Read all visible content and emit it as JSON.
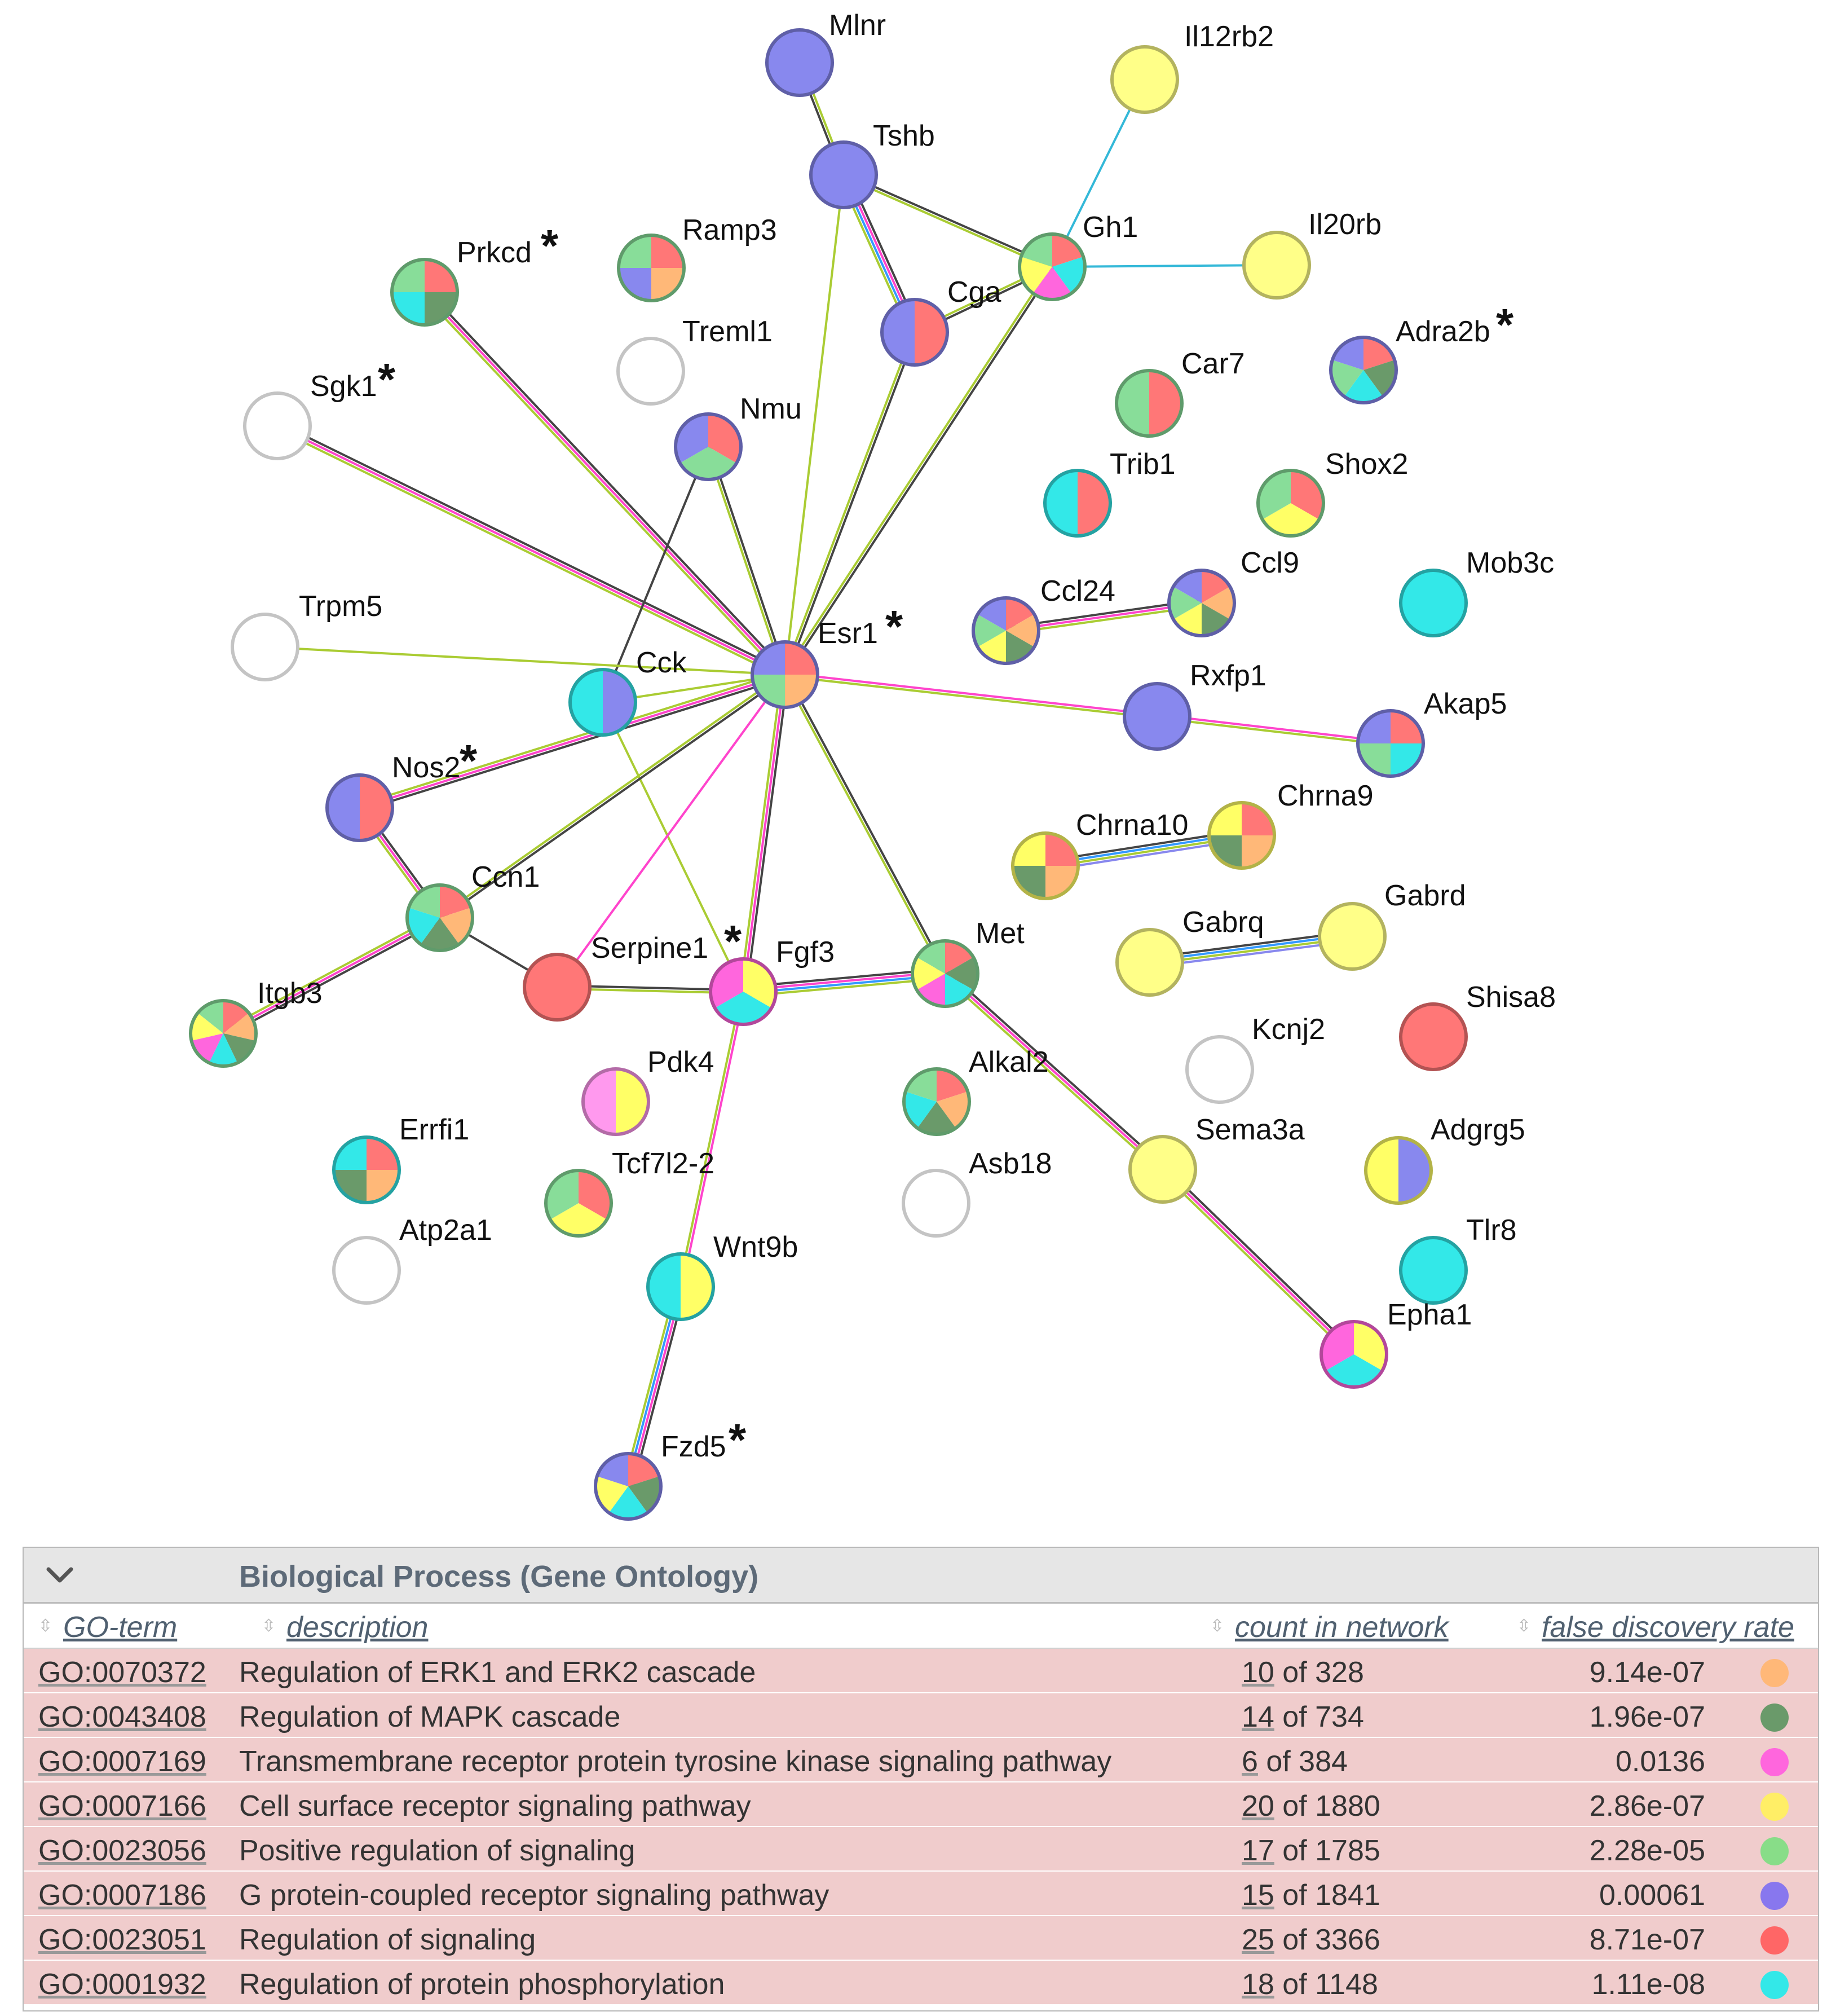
{
  "network": {
    "nodes": [
      {
        "id": "Mlnr",
        "colors": [
          "#8888ee"
        ]
      },
      {
        "id": "Il12rb2",
        "colors": [
          "#ffff88"
        ]
      },
      {
        "id": "Tshb",
        "colors": [
          "#8888ee"
        ]
      },
      {
        "id": "Ramp3",
        "colors": [
          "#ff7777",
          "#ffb878",
          "#8888ee",
          "#88dd99"
        ]
      },
      {
        "id": "Gh1",
        "colors": [
          "#ff7777",
          "#33e8e8",
          "#ff66dd",
          "#ffff66",
          "#88dd99"
        ]
      },
      {
        "id": "Il20rb",
        "colors": [
          "#ffff88"
        ]
      },
      {
        "id": "Prkcd",
        "colors": [
          "#ff7777",
          "#6a9a6a",
          "#33e8e8",
          "#88dd99"
        ],
        "star": true
      },
      {
        "id": "Cga",
        "colors": [
          "#ff7777",
          "#8888ee"
        ]
      },
      {
        "id": "Treml1",
        "colors": []
      },
      {
        "id": "Adra2b",
        "colors": [
          "#ff7777",
          "#6a9a6a",
          "#33e8e8",
          "#88dd99",
          "#8888ee"
        ],
        "star": true
      },
      {
        "id": "Car7",
        "colors": [
          "#ff7777",
          "#88dd99"
        ]
      },
      {
        "id": "Sgk1",
        "colors": [],
        "star": true
      },
      {
        "id": "Nmu",
        "colors": [
          "#ff7777",
          "#88dd99",
          "#8888ee"
        ]
      },
      {
        "id": "Trib1",
        "colors": [
          "#ff7777",
          "#33e8e8"
        ]
      },
      {
        "id": "Shox2",
        "colors": [
          "#ff7777",
          "#ffff66",
          "#88dd99"
        ]
      },
      {
        "id": "Ccl9",
        "colors": [
          "#ff7777",
          "#ffb878",
          "#6a9a6a",
          "#ffff66",
          "#88dd99",
          "#8888ee"
        ]
      },
      {
        "id": "Mob3c",
        "colors": [
          "#33e8e8"
        ]
      },
      {
        "id": "Ccl24",
        "colors": [
          "#ff7777",
          "#ffb878",
          "#6a9a6a",
          "#ffff66",
          "#88dd99",
          "#8888ee"
        ]
      },
      {
        "id": "Trpm5",
        "colors": []
      },
      {
        "id": "Esr1",
        "colors": [
          "#ff7777",
          "#ffb878",
          "#88dd99",
          "#8888ee"
        ],
        "star": true
      },
      {
        "id": "Cck",
        "colors": [
          "#8888ee",
          "#33e8e8"
        ]
      },
      {
        "id": "Rxfp1",
        "colors": [
          "#8888ee"
        ]
      },
      {
        "id": "Akap5",
        "colors": [
          "#ff7777",
          "#33e8e8",
          "#88dd99",
          "#8888ee"
        ]
      },
      {
        "id": "Nos2",
        "colors": [
          "#ff7777",
          "#8888ee"
        ],
        "star": true
      },
      {
        "id": "Chrna9",
        "colors": [
          "#ff7777",
          "#ffb878",
          "#6a9a6a",
          "#ffff66"
        ]
      },
      {
        "id": "Chrna10",
        "colors": [
          "#ff7777",
          "#ffb878",
          "#6a9a6a",
          "#ffff66"
        ]
      },
      {
        "id": "Ccn1",
        "colors": [
          "#ff7777",
          "#ffb878",
          "#6a9a6a",
          "#33e8e8",
          "#88dd99"
        ]
      },
      {
        "id": "Gabrd",
        "colors": [
          "#ffff88"
        ]
      },
      {
        "id": "Gabrq",
        "colors": [
          "#ffff88"
        ]
      },
      {
        "id": "Serpine1",
        "colors": [
          "#ff7777"
        ],
        "star": true
      },
      {
        "id": "Fgf3",
        "colors": [
          "#ffff66",
          "#33e8e8",
          "#ff66dd"
        ]
      },
      {
        "id": "Met",
        "colors": [
          "#ff7777",
          "#6a9a6a",
          "#33e8e8",
          "#ff66dd",
          "#ffff66",
          "#88dd99"
        ]
      },
      {
        "id": "Itgb3",
        "colors": [
          "#ff7777",
          "#ffb878",
          "#6a9a6a",
          "#33e8e8",
          "#ff66dd",
          "#ffff66",
          "#88dd99"
        ]
      },
      {
        "id": "Shisa8",
        "colors": [
          "#ff7777"
        ]
      },
      {
        "id": "Kcnj2",
        "colors": []
      },
      {
        "id": "Pdk4",
        "colors": [
          "#ffff66",
          "#ff99ee"
        ]
      },
      {
        "id": "Alkal2",
        "colors": [
          "#ff7777",
          "#ffb878",
          "#6a9a6a",
          "#33e8e8",
          "#88dd99"
        ]
      },
      {
        "id": "Errfi1",
        "colors": [
          "#ff7777",
          "#ffb878",
          "#6a9a6a",
          "#33e8e8"
        ]
      },
      {
        "id": "Sema3a",
        "colors": [
          "#ffff88"
        ]
      },
      {
        "id": "Adgrg5",
        "colors": [
          "#8888ee",
          "#ffff66"
        ]
      },
      {
        "id": "Tcf7l2-2",
        "colors": [
          "#ff7777",
          "#ffff66",
          "#88dd99"
        ]
      },
      {
        "id": "Asb18",
        "colors": []
      },
      {
        "id": "Atp2a1",
        "colors": []
      },
      {
        "id": "Wnt9b",
        "colors": [
          "#ffff66",
          "#33e8e8"
        ]
      },
      {
        "id": "Tlr8",
        "colors": [
          "#33e8e8"
        ]
      },
      {
        "id": "Epha1",
        "colors": [
          "#ffff66",
          "#33e8e8",
          "#ff66dd"
        ]
      },
      {
        "id": "Fzd5",
        "colors": [
          "#ff7777",
          "#6a9a6a",
          "#33e8e8",
          "#ffff66",
          "#8888ee"
        ],
        "star": true
      }
    ],
    "edges": [
      [
        "Mlnr",
        "Tshb",
        [
          "#aacc33",
          "#444444"
        ]
      ],
      [
        "Tshb",
        "Cga",
        [
          "#444444",
          "#ff44cc",
          "#3399ff",
          "#aacc33"
        ]
      ],
      [
        "Tshb",
        "Gh1",
        [
          "#444444",
          "#aacc33"
        ]
      ],
      [
        "Tshb",
        "Esr1",
        [
          "#aacc33"
        ]
      ],
      [
        "Gh1",
        "Il12rb2",
        [
          "#33b8d8"
        ]
      ],
      [
        "Gh1",
        "Il20rb",
        [
          "#33b8d8"
        ]
      ],
      [
        "Gh1",
        "Cga",
        [
          "#444444",
          "#aacc33"
        ]
      ],
      [
        "Gh1",
        "Esr1",
        [
          "#444444",
          "#aacc33"
        ]
      ],
      [
        "Cga",
        "Esr1",
        [
          "#444444",
          "#aacc33"
        ]
      ],
      [
        "Prkcd",
        "Esr1",
        [
          "#444444",
          "#ff44cc",
          "#aacc33"
        ]
      ],
      [
        "Sgk1",
        "Esr1",
        [
          "#444444",
          "#ff44cc",
          "#aacc33"
        ]
      ],
      [
        "Nmu",
        "Esr1",
        [
          "#444444",
          "#aacc33"
        ]
      ],
      [
        "Nmu",
        "Cck",
        [
          "#444444"
        ]
      ],
      [
        "Trpm5",
        "Esr1",
        [
          "#aacc33"
        ]
      ],
      [
        "Cck",
        "Esr1",
        [
          "#aacc33"
        ]
      ],
      [
        "Cck",
        "Fgf3",
        [
          "#aacc33"
        ]
      ],
      [
        "Ccl24",
        "Ccl9",
        [
          "#444444",
          "#ff44cc",
          "#aacc33"
        ]
      ],
      [
        "Esr1",
        "Rxfp1",
        [
          "#ff44cc",
          "#aacc33"
        ]
      ],
      [
        "Rxfp1",
        "Akap5",
        [
          "#ff44cc",
          "#aacc33"
        ]
      ],
      [
        "Esr1",
        "Nos2",
        [
          "#444444",
          "#ff44cc",
          "#aacc33"
        ]
      ],
      [
        "Esr1",
        "Ccn1",
        [
          "#444444",
          "#aacc33"
        ]
      ],
      [
        "Esr1",
        "Serpine1",
        [
          "#ff44cc"
        ]
      ],
      [
        "Esr1",
        "Fgf3",
        [
          "#444444",
          "#ff44cc",
          "#aacc33"
        ]
      ],
      [
        "Esr1",
        "Met",
        [
          "#444444",
          "#aacc33"
        ]
      ],
      [
        "Nos2",
        "Ccn1",
        [
          "#444444",
          "#ff44cc",
          "#aacc33"
        ]
      ],
      [
        "Ccn1",
        "Itgb3",
        [
          "#444444",
          "#ff44cc",
          "#aacc33"
        ]
      ],
      [
        "Ccn1",
        "Serpine1",
        [
          "#444444"
        ]
      ],
      [
        "Serpine1",
        "Fgf3",
        [
          "#444444",
          "#aacc33"
        ]
      ],
      [
        "Fgf3",
        "Met",
        [
          "#444444",
          "#ff44cc",
          "#3399ff",
          "#aacc33"
        ]
      ],
      [
        "Fgf3",
        "Wnt9b",
        [
          "#ff44cc",
          "#aacc33"
        ]
      ],
      [
        "Wnt9b",
        "Fzd5",
        [
          "#444444",
          "#ff44cc",
          "#3399ff",
          "#aacc33"
        ]
      ],
      [
        "Met",
        "Sema3a",
        [
          "#444444",
          "#ff44cc",
          "#aacc33"
        ]
      ],
      [
        "Sema3a",
        "Epha1",
        [
          "#444444",
          "#ff44cc",
          "#aacc33"
        ]
      ],
      [
        "Chrna10",
        "Chrna9",
        [
          "#444444",
          "#3399ff",
          "#aacc33",
          "#8888ee"
        ]
      ],
      [
        "Gabrq",
        "Gabrd",
        [
          "#444444",
          "#3399ff",
          "#aacc33",
          "#8888ee"
        ]
      ]
    ]
  },
  "go_table": {
    "title": "Biological Process (Gene Ontology)",
    "chevron_icon": "chevron-down-icon",
    "columns": {
      "go_term": "GO-term",
      "description": "description",
      "count": "count in network",
      "fdr": "false discovery rate"
    },
    "rows": [
      {
        "id": "GO:0070372",
        "description": "Regulation of ERK1 and ERK2 cascade",
        "count_hit": "10",
        "count_rest": " of 328",
        "fdr": "9.14e-07",
        "color": "#ffb878"
      },
      {
        "id": "GO:0043408",
        "description": "Regulation of MAPK cascade",
        "count_hit": "14",
        "count_rest": " of 734",
        "fdr": "1.96e-07",
        "color": "#6a9a6a"
      },
      {
        "id": "GO:0007169",
        "description": "Transmembrane receptor protein tyrosine kinase signaling pathway",
        "count_hit": "6",
        "count_rest": " of 384",
        "fdr": "0.0136",
        "color": "#ff66dd"
      },
      {
        "id": "GO:0007166",
        "description": "Cell surface receptor signaling pathway",
        "count_hit": "20",
        "count_rest": " of 1880",
        "fdr": "2.86e-07",
        "color": "#ffee66"
      },
      {
        "id": "GO:0023056",
        "description": "Positive regulation of signaling",
        "count_hit": "17",
        "count_rest": " of 1785",
        "fdr": "2.28e-05",
        "color": "#88dd88"
      },
      {
        "id": "GO:0007186",
        "description": "G protein-coupled receptor signaling pathway",
        "count_hit": "15",
        "count_rest": " of 1841",
        "fdr": "0.00061",
        "color": "#8877ee"
      },
      {
        "id": "GO:0023051",
        "description": "Regulation of signaling",
        "count_hit": "25",
        "count_rest": " of 3366",
        "fdr": "8.71e-07",
        "color": "#ff6666"
      },
      {
        "id": "GO:0001932",
        "description": "Regulation of protein phosphorylation",
        "count_hit": "18",
        "count_rest": " of 1148",
        "fdr": "1.11e-08",
        "color": "#33e8e8"
      }
    ]
  }
}
